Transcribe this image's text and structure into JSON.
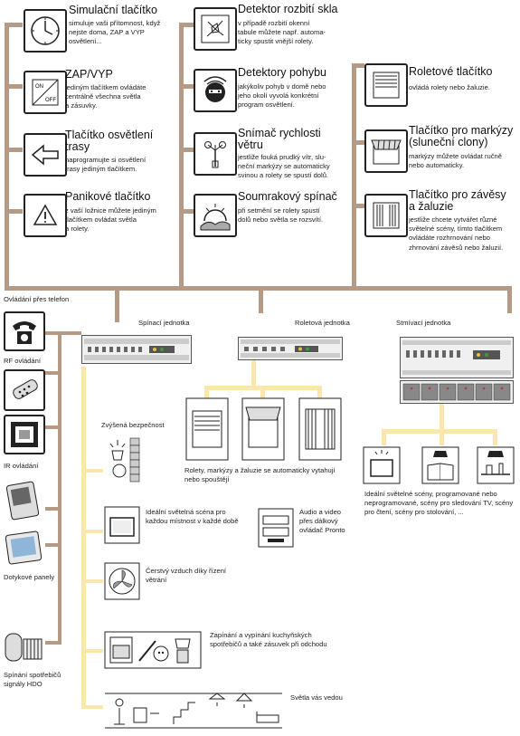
{
  "col1": [
    {
      "title": "Simulační tlačítko",
      "desc": [
        "simuluje vaši přítomnost, když",
        "nejste doma, ZAP a VYP",
        "osvětlení..."
      ],
      "icon": "clock-icon"
    },
    {
      "title": "ZAP/VYP",
      "desc": [
        "jediným tlačítkem ovládáte",
        "centrálně všechna světla",
        "a zásuvky."
      ],
      "icon": "on-off-switch-icon",
      "icon_on": "ON",
      "icon_off": "OFF"
    },
    {
      "title": [
        "Tlačítko osvětlení",
        "trasy"
      ],
      "desc": [
        "naprogramujte si osvětlení",
        "trasy jediným tlačítkem."
      ],
      "icon": "arrow-left-icon"
    },
    {
      "title": "Panikové tlačítko",
      "desc": [
        "z vaší ložnice můžete jediným",
        "tlačítkem ovládat světla",
        "a rolety."
      ],
      "icon": "warning-icon"
    }
  ],
  "col2": [
    {
      "title": "Detektor rozbití skla",
      "desc": [
        "v případě rozbití okenní",
        "tabule můžete např. automa-",
        "ticky spustit vnější rolety."
      ],
      "icon": "broken-glass-icon"
    },
    {
      "title": "Detektory pohybu",
      "desc": [
        "jakýkoliv pohyb v domě nebo",
        "jeho okolí vyvolá konkrétní",
        "program osvětlení."
      ],
      "icon": "motion-detector-icon"
    },
    {
      "title": [
        "Snímač rychlosti",
        "větru"
      ],
      "desc": [
        "jestliže fouká prudký vítr, slu-",
        "neční markýzy se automaticky",
        "svinou a rolety se spustí dolů."
      ],
      "icon": "wind-sensor-icon"
    },
    {
      "title": "Soumrakový spínač",
      "desc": [
        "při setmění se rolety spustí",
        "dolů nebo světla se rozsvítí."
      ],
      "icon": "twilight-switch-icon"
    }
  ],
  "col3": [
    {
      "title": "Roletové tlačítko",
      "desc": [
        "ovládá rolety nebo žaluzie."
      ],
      "icon": "roller-shutter-icon"
    },
    {
      "title": [
        "Tlačítko pro markýzy",
        "(sluneční clony)"
      ],
      "desc": [
        "markýzy můžete ovládat ručně",
        "nebo automaticky."
      ],
      "icon": "awning-icon"
    },
    {
      "title": [
        "Tlačítko pro závěsy",
        "a žaluzie"
      ],
      "desc": [
        "jestliže chcete vytvářet různé",
        "světelné scény, tímto tlačítkem",
        "ovládáte rozhrnování nebo",
        "zhrnování závěsů nebo žaluzií."
      ],
      "icon": "curtains-icon"
    }
  ],
  "units": {
    "switching": "Spínací jednotka",
    "shutter": "Roletová jednotka",
    "dimming": "Stmívací jednotka"
  },
  "left": {
    "phone": "Ovládání přes telefon",
    "rf": "RF ovládání",
    "ir": "IR ovládání",
    "touch": "Dotykové panely",
    "hdo": [
      "Spínání spotřebičů",
      "signály HDO"
    ]
  },
  "middle": {
    "security": "Zvýšená bezpečnost",
    "scene": [
      "Ideální světelná scéna pro",
      "každou místnost v každé době"
    ],
    "audio": [
      "Audio a video",
      "přes dálkový",
      "ovládač Pronto"
    ],
    "air": [
      "Čerstvý vzduch díky řízení",
      "větrání"
    ],
    "kitchen": [
      "Zapínání a vypínání kuchyňských",
      "spotřebičů a také zásuvek při odchodu"
    ],
    "light_guide": "Světla vás vedou"
  },
  "shutter_note": [
    "Rolety, markýzy a žaluzie se automaticky vytahují",
    "nebo spouštějí"
  ],
  "dimming_note": [
    "Ideální světelné scény, programované nebo",
    "neprogramované, scény pro sledování TV, scény",
    "pro čtení, scény pro stolování, ..."
  ],
  "colors": {
    "bus_wire": "#b59a86",
    "light_wire": "#fbe6ad"
  }
}
